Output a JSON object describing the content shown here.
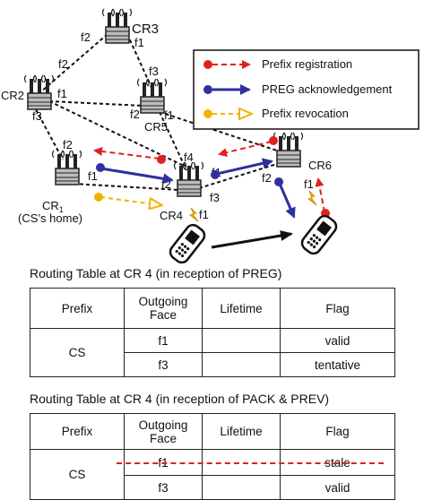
{
  "nodes": {
    "cr3": {
      "label": "CR3"
    },
    "cr2": {
      "label": "CR2"
    },
    "cr5": {
      "label": "CR5"
    },
    "cr1": {
      "label": "CR",
      "sub": "1",
      "home_note": "(CS’s home)"
    },
    "cr4": {
      "label": "CR4"
    },
    "cr6": {
      "label": "CR6"
    }
  },
  "faces": [
    "f1",
    "f2",
    "f3",
    "f4"
  ],
  "legend": {
    "items": [
      {
        "label": "Prefix registration",
        "color": "#e02020"
      },
      {
        "label": "PREG acknowledgement",
        "color": "#2f2f9e"
      },
      {
        "label": "Prefix revocation",
        "color": "#f0b400"
      }
    ]
  },
  "tables": [
    {
      "title": "Routing Table at CR 4 (in reception of PREG)",
      "headers": [
        "Prefix",
        "Outgoing Face",
        "Lifetime",
        "Flag"
      ],
      "prefix": "CS",
      "rows": [
        {
          "face": "f1",
          "lifetime": "",
          "flag": "valid"
        },
        {
          "face": "f3",
          "lifetime": "",
          "flag": "tentative"
        }
      ]
    },
    {
      "title": "Routing Table at CR 4 (in reception of PACK & PREV)",
      "headers": [
        "Prefix",
        "Outgoing Face",
        "Lifetime",
        "Flag"
      ],
      "prefix": "CS",
      "rows": [
        {
          "face": "f1",
          "lifetime": "",
          "flag": "stale"
        },
        {
          "face": "f3",
          "lifetime": "",
          "flag": "valid"
        }
      ]
    }
  ]
}
